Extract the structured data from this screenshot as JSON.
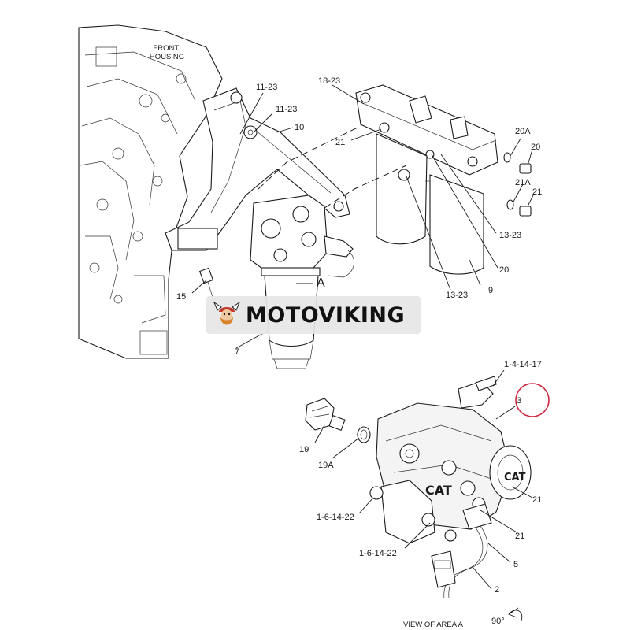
{
  "labels": {
    "front_housing": "FRONT\nHOUSING",
    "l11_23_a": "11-23",
    "l11_23_b": "11-23",
    "l10": "10",
    "l18_23": "18-23",
    "l21_a": "21",
    "l20A": "20A",
    "l20": "20",
    "l21A": "21A",
    "l21_b": "21",
    "l13_23_a": "13-23",
    "l20_b": "20",
    "l9": "9",
    "l13_23_b": "13-23",
    "lA": "A",
    "l15": "15",
    "l7": "7",
    "l1_4_14_17": "1-4-14-17",
    "l3": "3",
    "l19": "19",
    "l19A": "19A",
    "l1_6_14_22_a": "1-6-14-22",
    "l21_c": "21",
    "l21_d": "21",
    "l1_6_14_22_b": "1-6-14-22",
    "l5": "5",
    "l2": "2",
    "view_of_area": "VIEW OF AREA A",
    "rotation": "90°"
  },
  "watermark": {
    "text": "MOTOVIKING"
  },
  "colors": {
    "ink": "#1a1a1a",
    "callout_circle": "#d0253a",
    "watermark_bg": "#e6e6e6",
    "logo_orange": "#d9822b",
    "logo_red": "#c0392b"
  }
}
